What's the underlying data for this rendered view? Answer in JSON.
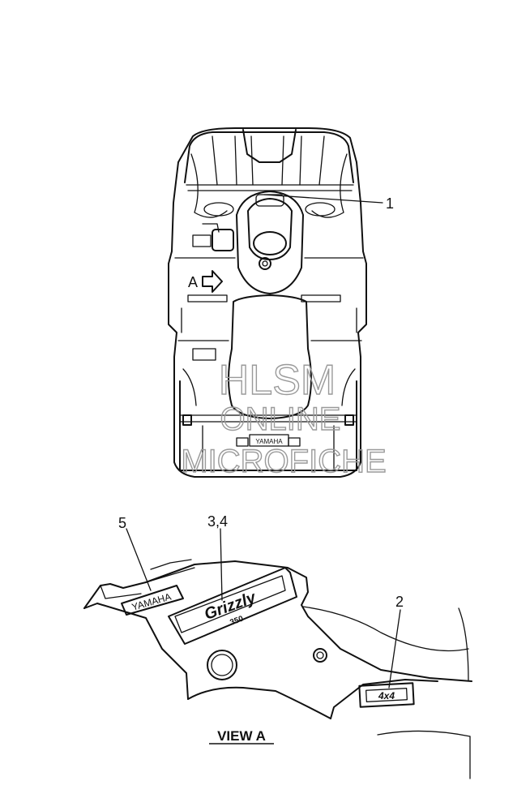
{
  "callouts": {
    "c1": "1",
    "c2": "2",
    "c34": "3,4",
    "c5": "5"
  },
  "view_marker": "A",
  "view_title": "VIEW A",
  "decals": {
    "yamaha_side": "YAMAHA",
    "yamaha_rear": "YAMAHA",
    "grizzly": "Grizzly",
    "model": "350",
    "fourwd": "4x4"
  },
  "watermark": {
    "line1": "HLSM",
    "line2": "ONLINE",
    "line3": "MICROFICHE"
  }
}
